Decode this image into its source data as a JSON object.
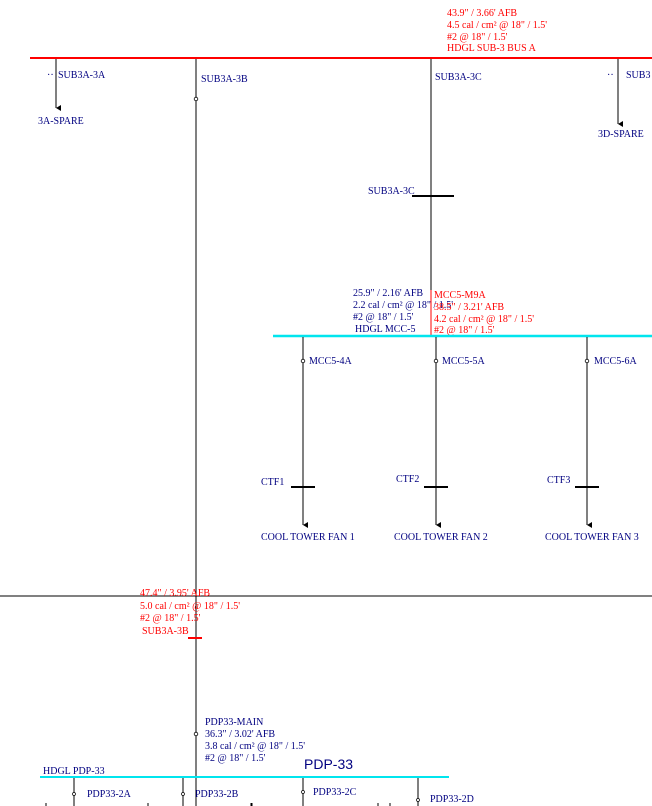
{
  "colors": {
    "label": "#000080",
    "highlight": "#ff0000",
    "bus_mcc": "#00e5ee",
    "wire": "#000000"
  },
  "sub3_bus_a": {
    "lines": [
      "43.9\" / 3.66' AFB",
      "4.5 cal / cm² @ 18\" / 1.5'",
      "#2 @ 18\" / 1.5'",
      "HDGL SUB-3 BUS A"
    ]
  },
  "branches": {
    "sub3a_3a": "SUB3A-3A",
    "spare_3a": "3A-SPARE",
    "sub3a_3b": "SUB3A-3B",
    "sub3a_3c": "SUB3A-3C",
    "sub3a_3c_breaker": "SUB3A-3C",
    "sub3_right": "SUB3",
    "spare_3d": "3D-SPARE"
  },
  "mcc5": {
    "lines": [
      "25.9\" / 2.16' AFB",
      "2.2 cal / cm² @ 18\" / 1.5'",
      "#2 @ 18\" / 1.5'",
      "HDGL MCC-5"
    ],
    "main_lines": [
      "MCC5-M9A",
      "38.5\" / 3.21' AFB",
      "4.2 cal / cm² @ 18\" / 1.5'",
      "#2 @ 18\" / 1.5'"
    ],
    "feeders": [
      {
        "breaker": "MCC5-4A",
        "device": "CTF1",
        "load": "COOL TOWER FAN 1"
      },
      {
        "breaker": "MCC5-5A",
        "device": "CTF2",
        "load": "COOL TOWER FAN 2"
      },
      {
        "breaker": "MCC5-6A",
        "device": "CTF3",
        "load": "COOL TOWER FAN 3"
      }
    ]
  },
  "sub3a_3b_fault": {
    "lines": [
      "47.4\" / 3.95' AFB",
      "5.0 cal / cm² @ 18\" / 1.5'",
      "#2 @ 18\" / 1.5'",
      "SUB3A-3B"
    ]
  },
  "pdp33": {
    "title": "PDP-33",
    "hdgl": "HDGL PDP-33",
    "main_lines": [
      "PDP33-MAIN",
      "36.3\" / 3.02' AFB",
      "3.8 cal / cm² @ 18\" / 1.5'",
      "#2 @ 18\" / 1.5'"
    ],
    "feeders": [
      "PDP33-2A",
      "PDP33-2B",
      "PDP33-2C",
      "PDP33-2D"
    ]
  }
}
